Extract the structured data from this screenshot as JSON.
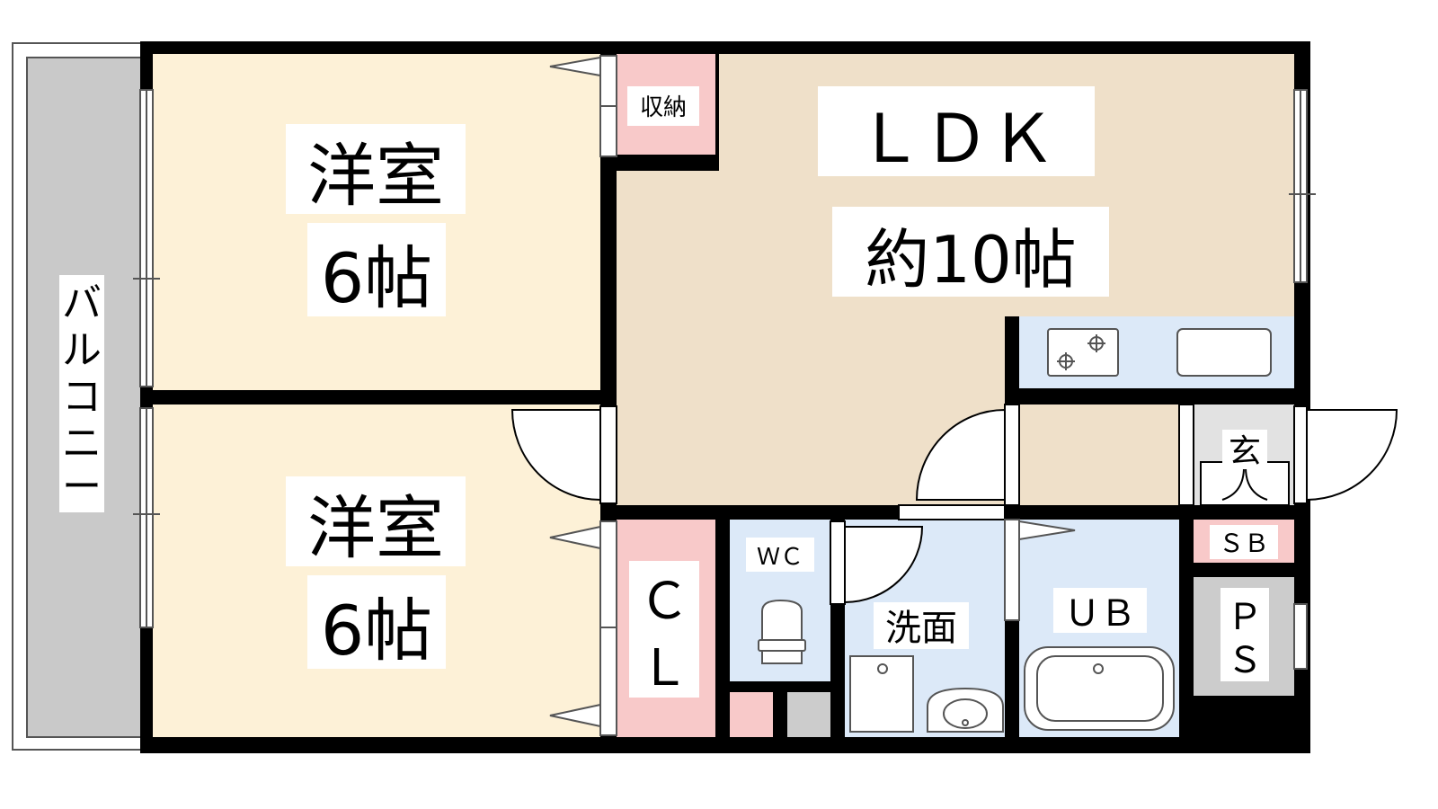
{
  "balcony": {
    "label": "バルコニー"
  },
  "rooms": {
    "western_top": {
      "name": "洋室",
      "size": "6帖"
    },
    "western_bottom": {
      "name": "洋室",
      "size": "6帖"
    },
    "ldk": {
      "name": "ＬＤＫ",
      "size": "約10帖"
    },
    "storage": {
      "label": "収納"
    },
    "closet": {
      "label_line1": "Ｃ",
      "label_line2": "Ｌ"
    },
    "wc": {
      "label": "ＷＣ"
    },
    "washroom": {
      "label": "洗面"
    },
    "unit_bath": {
      "label": "ＵＢ"
    },
    "entrance": {
      "label": "玄"
    },
    "shoe_box": {
      "label": "ＳＢ"
    },
    "pipe_space": {
      "label_line1": "Ｐ",
      "label_line2": "Ｓ"
    }
  },
  "colors": {
    "wall": "#000000",
    "western_floor": "#fdf1d7",
    "ldk_floor": "#efe0c9",
    "storage": "#f8c9c9",
    "wet_area": "#dce9f8",
    "entrance": "#e2e2e2",
    "balcony": "#c9c9c9"
  }
}
